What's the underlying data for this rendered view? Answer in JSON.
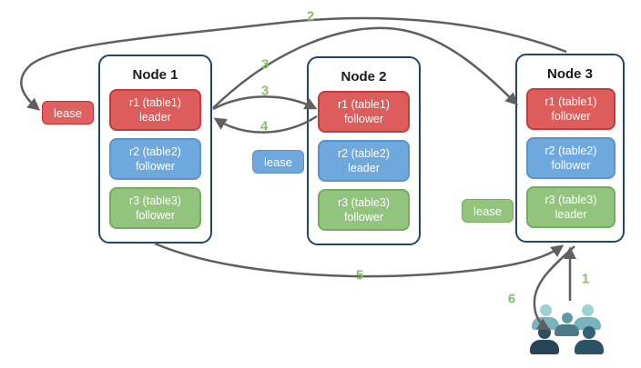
{
  "nodes": [
    {
      "title": "Node 1",
      "replicas": [
        {
          "name": "r1 (table1)",
          "role": "leader",
          "color": "#DD5C5C"
        },
        {
          "name": "r2 (table2)",
          "role": "follower",
          "color": "#6FA8DC"
        },
        {
          "name": "r3 (table3)",
          "role": "follower",
          "color": "#93C47D"
        }
      ]
    },
    {
      "title": "Node 2",
      "replicas": [
        {
          "name": "r1 (table1)",
          "role": "follower",
          "color": "#DD5C5C"
        },
        {
          "name": "r2 (table2)",
          "role": "leader",
          "color": "#6FA8DC"
        },
        {
          "name": "r3 (table3)",
          "role": "follower",
          "color": "#93C47D"
        }
      ]
    },
    {
      "title": "Node 3",
      "replicas": [
        {
          "name": "r1 (table1)",
          "role": "follower",
          "color": "#DD5C5C"
        },
        {
          "name": "r2 (table2)",
          "role": "follower",
          "color": "#6FA8DC"
        },
        {
          "name": "r3 (table3)",
          "role": "leader",
          "color": "#93C47D"
        }
      ]
    }
  ],
  "leases": [
    {
      "label": "lease",
      "color": "#E06060"
    },
    {
      "label": "lease",
      "color": "#6FA8DC"
    },
    {
      "label": "lease",
      "color": "#93C47D"
    }
  ],
  "steps": [
    {
      "label": "2"
    },
    {
      "label": "3"
    },
    {
      "label": "3"
    },
    {
      "label": "4"
    },
    {
      "label": "5"
    },
    {
      "label": "6"
    },
    {
      "label": "1"
    }
  ],
  "icons": {
    "clients": "user-group-icon"
  },
  "colors": {
    "node_border": "#23456A",
    "arrow": "#5F5F5F",
    "step_label": "#8ABD6B",
    "replica_red": "#DD5C5C",
    "replica_red_border": "#C63B3B",
    "replica_blue": "#6FA8DC",
    "replica_blue_border": "#5B94CC",
    "replica_green": "#93C47D",
    "replica_green_border": "#76AC5E"
  }
}
